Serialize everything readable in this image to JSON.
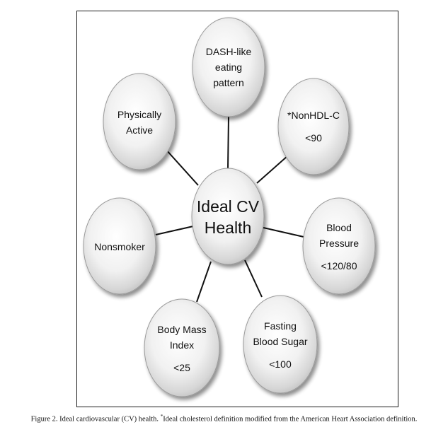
{
  "diagram": {
    "center": {
      "lines": [
        "Ideal CV",
        "Health"
      ]
    },
    "nodes": [
      {
        "id": "dash",
        "lines": [
          "DASH-like",
          "eating",
          "pattern"
        ]
      },
      {
        "id": "nonhdl",
        "lines": [
          "*NonHDL-C",
          "<90"
        ]
      },
      {
        "id": "bp",
        "lines": [
          "Blood",
          "Pressure",
          "<120/80"
        ]
      },
      {
        "id": "sugar",
        "lines": [
          "Fasting",
          "Blood Sugar",
          "<100"
        ]
      },
      {
        "id": "bmi",
        "lines": [
          "Body Mass",
          "Index",
          "<25"
        ]
      },
      {
        "id": "smoker",
        "lines": [
          "Nonsmoker"
        ]
      },
      {
        "id": "active",
        "lines": [
          "Physically",
          "Active"
        ]
      }
    ]
  },
  "caption": {
    "prefix": "Figure 2. Ideal cardiovascular (CV) health. ",
    "marker": "*",
    "rest": "Ideal cholesterol definition modified from the American Heart Association definition."
  }
}
